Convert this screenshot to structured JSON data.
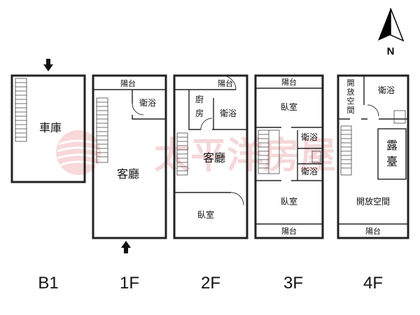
{
  "compass": {
    "icon": "north-arrow-icon",
    "label": "N"
  },
  "watermark": {
    "text": "太平洋房屋",
    "color": "#e57c7c"
  },
  "floors": [
    {
      "id": "b1",
      "label": "B1",
      "rooms": {
        "garage": "車庫"
      }
    },
    {
      "id": "1f",
      "label": "1F",
      "rooms": {
        "balcony": "陽台",
        "bathroom": "衛浴",
        "living": "客廳"
      }
    },
    {
      "id": "2f",
      "label": "2F",
      "rooms": {
        "balcony": "陽台",
        "kitchen_1": "廚",
        "kitchen_2": "房",
        "bathroom": "衛浴",
        "living": "客廳",
        "bedroom": "臥室"
      }
    },
    {
      "id": "3f",
      "label": "3F",
      "rooms": {
        "balcony_top": "陽台",
        "bedroom_top": "臥室",
        "bathroom_1": "衛浴",
        "bathroom_2": "衛浴",
        "bedroom_bottom": "臥室",
        "balcony_bottom": "陽台"
      }
    },
    {
      "id": "4f",
      "label": "4F",
      "rooms": {
        "open_1": "開",
        "open_2": "放",
        "open_3": "空",
        "open_4": "間",
        "bathroom": "衛浴",
        "terrace_1": "露",
        "terrace_2": "臺",
        "open_space": "開放空間",
        "balcony": "陽台"
      }
    }
  ]
}
